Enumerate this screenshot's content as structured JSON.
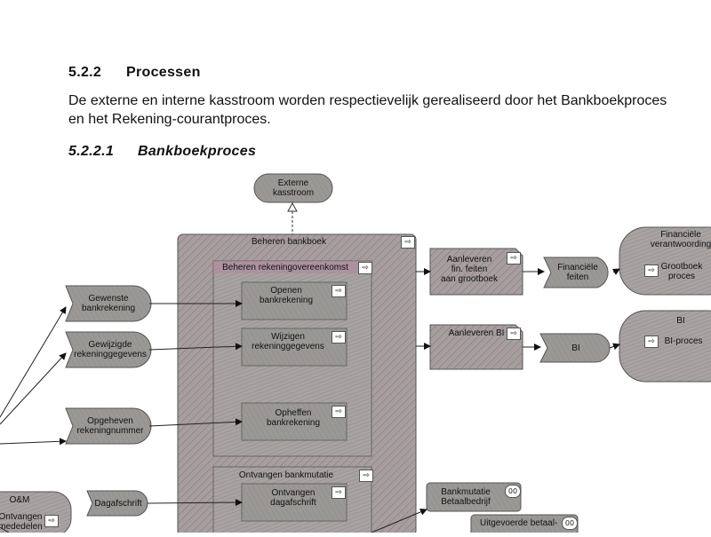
{
  "section": {
    "number": "5.2.2",
    "title": "Processen"
  },
  "paragraph": "De externe en interne kasstroom worden respectievelijk gerealiseerd door het Bankboekproces en het Rekening-courantproces.",
  "subsection": {
    "number": "5.2.2.1",
    "title": "Bankboekproces"
  },
  "diagram": {
    "externe_kasstroom": "Externe\nkasstroom",
    "beheren_bankboek": "Beheren bankboek",
    "beheren_rekeningovereenkomst": "Beheren rekeningovereenkomst",
    "openen_bankrekening": "Openen\nbankrekening",
    "wijzigen_rekeninggegevens": "Wijzigen\nrekeninggegevens",
    "opheffen_bankrekening": "Opheffen\nbankrekening",
    "ontvangen_bankmutatie": "Ontvangen bankmutatie",
    "ontvangen_dagafschrift": "Ontvangen\ndagafschrift",
    "gewenste_bankrekening": "Gewenste\nbankrekening",
    "gewijzigde_rekeninggegevens": "Gewijzigde\nrekeninggegevens",
    "opgeheven_rekeningnummer": "Opgeheven\nrekeningnummer",
    "dagafschrift": "Dagafschrift",
    "om": "O&M",
    "ontvangen_mededelen": "Ontvangen\nmededelen",
    "aanleveren_fin_feiten": "Aanleveren\nfin. feiten\naan grootboek",
    "aanleveren_bi": "Aanleveren BI",
    "financiele_feiten": "Financiële\nfeiten",
    "bi": "BI",
    "financiele_verantwoording": "Financiële\nverantwoording",
    "grootboek_proces": "Grootboek\nproces",
    "bi_group": "BI",
    "bi_proces": "BI-proces",
    "bankmutatie_betaalbedrijf": "Bankmutatie\nBetaalbedrijf",
    "uitgevoerde_betaal": "Uitgevoerde betaal-"
  },
  "colors": {
    "box_fill": "#a39a93",
    "box_stroke": "#555555",
    "line": "#222222"
  }
}
